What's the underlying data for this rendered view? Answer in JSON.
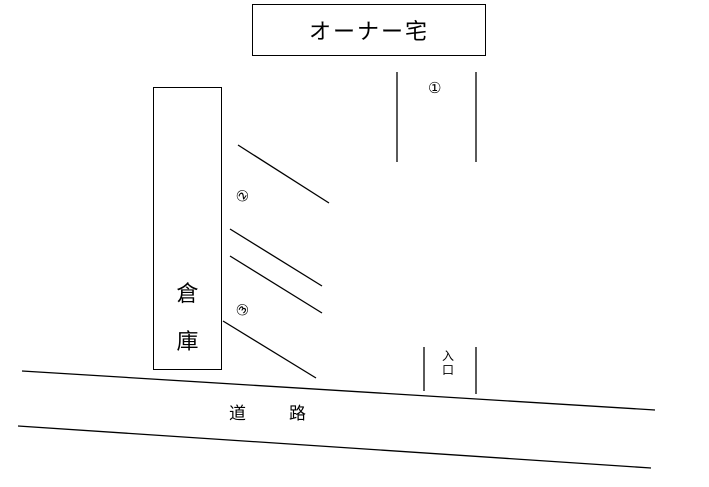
{
  "owner_house": {
    "label": "オーナー宅"
  },
  "warehouse": {
    "char1": "倉",
    "char2": "庫"
  },
  "parking_spots": [
    {
      "label": "①"
    },
    {
      "label": "②"
    },
    {
      "label": "③"
    }
  ],
  "entrance": {
    "label": "入口"
  },
  "road": {
    "char1": "道",
    "char2": "路"
  },
  "colors": {
    "line": "#000000",
    "background": "#ffffff"
  }
}
